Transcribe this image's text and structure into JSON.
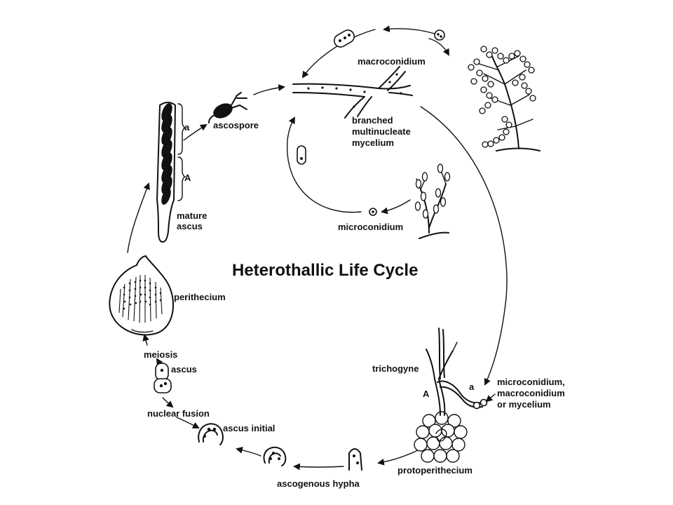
{
  "title": "Heterothallic Life Cycle",
  "labels": {
    "macroconidium": "macroconidium",
    "mycelium_line1": "branched",
    "mycelium_line2": "multinucleate",
    "mycelium_line3": "mycelium",
    "ascospore": "ascospore",
    "mating_a": "a",
    "mating_A": "A",
    "mature_ascus_line1": "mature",
    "mature_ascus_line2": "ascus",
    "microconidium_inner": "microconidium",
    "perithecium": "perithecium",
    "meiosis": "meiosis",
    "ascus": "ascus",
    "nuclear_fusion": "nuclear fusion",
    "ascus_initial": "ascus initial",
    "ascogenous_hypha": "ascogenous hypha",
    "protoperithecium": "protoperithecium",
    "trichogyne": "trichogyne",
    "fertilizer_line1": "microconidium,",
    "fertilizer_line2": "macroconidium",
    "fertilizer_line3": "or mycelium",
    "trichogyne_A": "A",
    "trichogyne_a": "a"
  },
  "colors": {
    "ink": "#111111",
    "background": "#ffffff"
  }
}
